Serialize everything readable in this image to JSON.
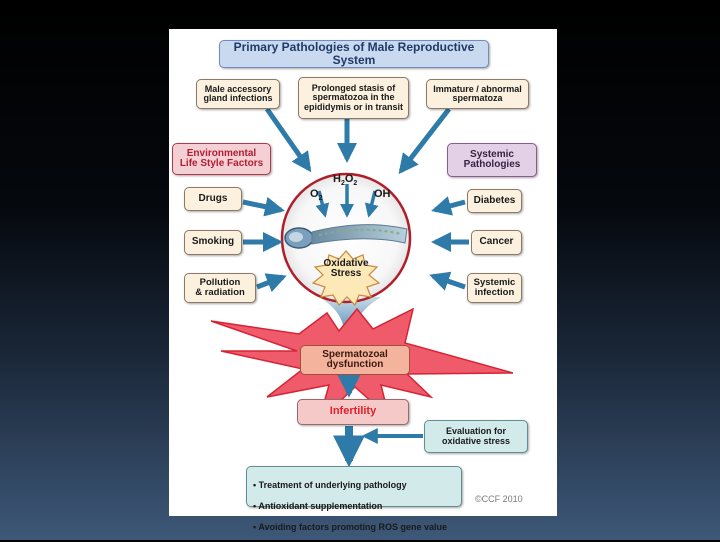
{
  "title": "Primary Pathologies of Male Reproductive System",
  "primary": [
    "Male accessory\ngland infections",
    "Prolonged stasis of\nspermatozoa in the\nepididymis or in transit",
    "Immature / abnormal\nspermatoza"
  ],
  "environmental": {
    "heading": "Environmental\nLife Style Factors",
    "items": [
      "Drugs",
      "Smoking",
      "Pollution\n& radiation"
    ]
  },
  "systemic": {
    "heading": "Systemic\nPathologies",
    "items": [
      "Diabetes",
      "Cancer",
      "Systemic\ninfection"
    ]
  },
  "ros": {
    "h2o2": "H",
    "h2o2_sub1": "2",
    "h2o2_mid": "O",
    "h2o2_sub2": "2",
    "o2": "O",
    "o2_sub": "2",
    "oh": "OH"
  },
  "oxidative_stress": "Oxidative\nStress",
  "dysfunction": "Spermatozoal\ndysfunction",
  "infertility": "Infertility",
  "evaluation": "Evaluation for\noxidative stress",
  "treatment": [
    "• Treatment of underlying pathology",
    "• Antioxidant supplementation",
    "• Avoiding factors promoting ROS gene value"
  ],
  "copyright": "©CCF 2010",
  "colors": {
    "arrow": "#2e7aa8",
    "circle_border": "#b01e2a",
    "starburst": "#f05a6a",
    "title_text": "#1f3a66",
    "env_text": "#b21e33"
  }
}
